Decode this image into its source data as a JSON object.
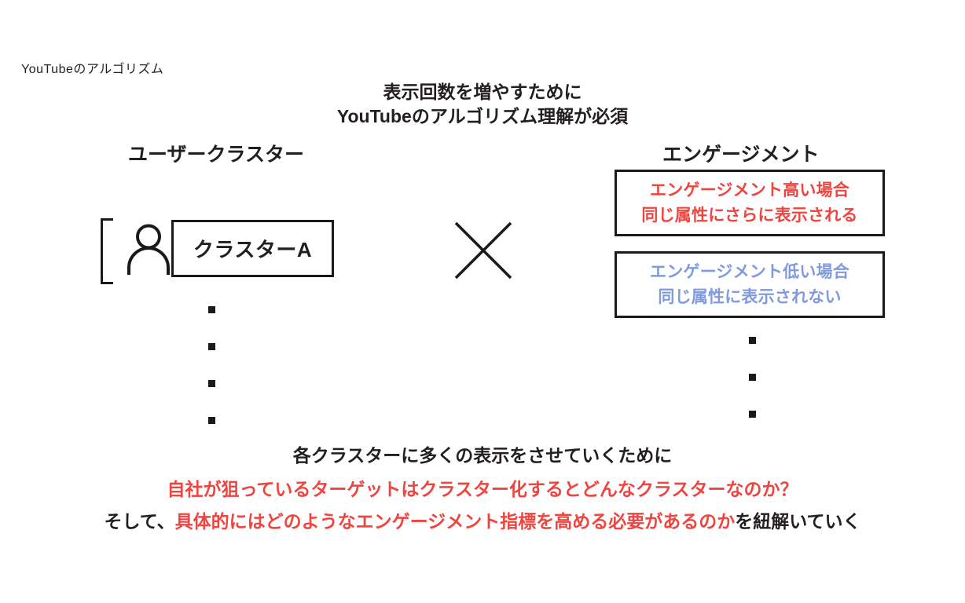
{
  "slide": {
    "corner_label": "YouTubeのアルゴリズム",
    "title_line1": "表示回数を増やすために",
    "title_line2": "YouTubeのアルゴリズム理解が必須"
  },
  "left_column": {
    "heading": "ユーザークラスター",
    "cluster_label": "クラスターA",
    "icon_name": "person-icon",
    "bracket_name": "square-bracket",
    "dots_count": 4
  },
  "operator": {
    "symbol_name": "multiply-x-icon",
    "symbol": "×"
  },
  "right_column": {
    "heading": "エンゲージメント",
    "boxes": [
      {
        "id": "high",
        "line1": "エンゲージメント高い場合",
        "line2": "同じ属性にさらに表示される",
        "color": "#f0443f"
      },
      {
        "id": "low",
        "line1": "エンゲージメント低い場合",
        "line2": "同じ属性に表示されない",
        "color": "#7f9bdd"
      }
    ],
    "dots_count": 3
  },
  "conclusion": {
    "line1": "各クラスターに多くの表示をさせていくために",
    "line2": "自社が狙っているターゲットはクラスター化するとどんなクラスターなのか？",
    "line3_prefix": "そして、",
    "line3_highlight": "具体的にはどのようなエンゲージメント指標を高める必要があるのか",
    "line3_suffix": "を紐解いていく"
  },
  "colors": {
    "ink": "#231f20",
    "outline": "#1a1a1a",
    "red": "#f0443f",
    "blue": "#7f9bdd",
    "background": "#ffffff"
  }
}
